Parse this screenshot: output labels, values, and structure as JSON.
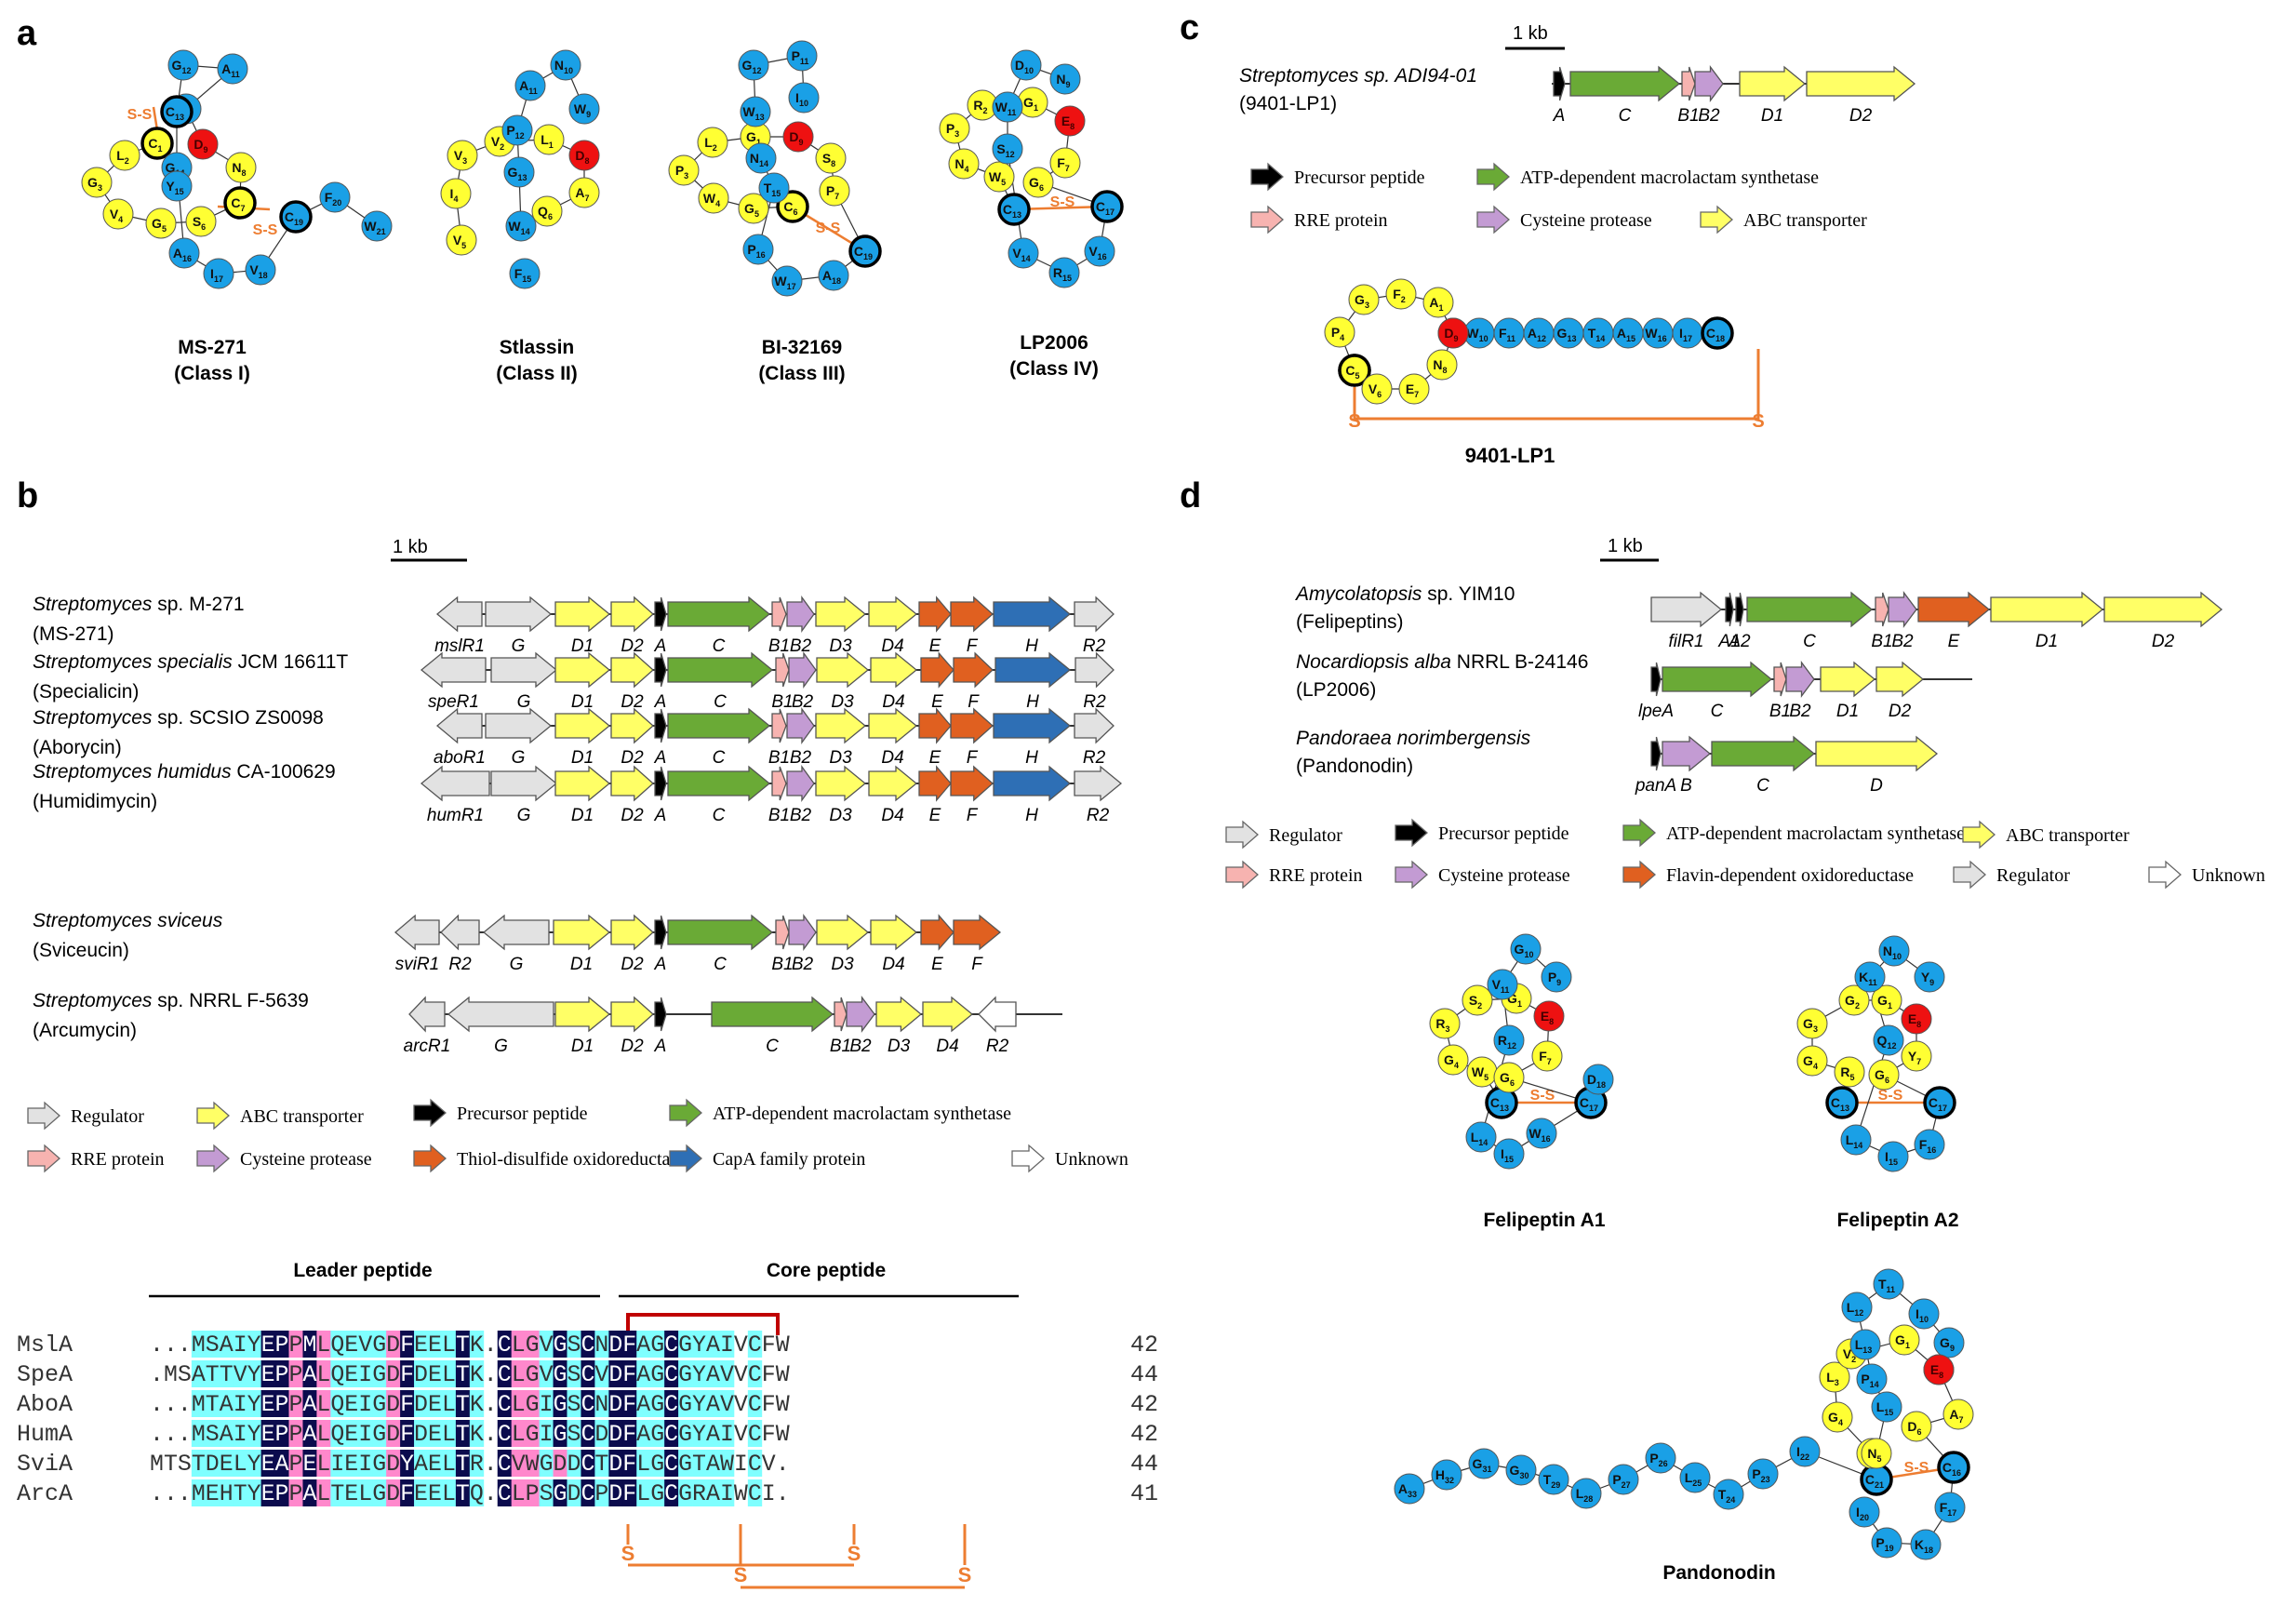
{
  "panel_labels": [
    "a",
    "b",
    "c",
    "d"
  ],
  "colors": {
    "blue": "#1aa0e6",
    "yellow": "#ffff33",
    "red": "#ee1111",
    "orange": "#ed7d31",
    "regulator": "#e2e2e2",
    "abc": "#ffff66",
    "precursor": "#000000",
    "atp": "#6aaa36",
    "rre": "#f7b3b0",
    "protease": "#c39bd3",
    "thiol": "#e06020",
    "capa": "#2e6fb5",
    "unknown": "#ffffff",
    "navy": "#0b0b4d",
    "cyan": "#7fffff",
    "pink": "#ff88cc",
    "bracket": "#c00000"
  },
  "panel_a": {
    "peptides": [
      {
        "name": "MS-271",
        "class": "(Class I)"
      },
      {
        "name": "Stlassin",
        "class": "(Class II)"
      },
      {
        "name": "BI-32169",
        "class": "(Class III)"
      },
      {
        "name": "LP2006",
        "class": "(Class IV)"
      }
    ]
  },
  "panel_b": {
    "scale_label": "1 kb",
    "clusters": [
      {
        "organism": "Streptomyces sp. M-271",
        "product": "(MS-271)",
        "genes": [
          "mslR1",
          "G",
          "D1",
          "D2",
          "A",
          "C",
          "B1",
          "B2",
          "D3",
          "D4",
          "E",
          "F",
          "H",
          "R2"
        ]
      },
      {
        "organism": "Streptomyces specialis JCM 16611T",
        "product": "(Specialicin)",
        "genes": [
          "speR1",
          "G",
          "D1",
          "D2",
          "A",
          "C",
          "B1",
          "B2",
          "D3",
          "D4",
          "E",
          "F",
          "H",
          "R2"
        ]
      },
      {
        "organism": "Streptomyces sp. SCSIO ZS0098",
        "product": "(Aborycin)",
        "genes": [
          "aboR1",
          "G",
          "D1",
          "D2",
          "A",
          "C",
          "B1",
          "B2",
          "D3",
          "D4",
          "E",
          "F",
          "H",
          "R2"
        ]
      },
      {
        "organism": "Streptomyces humidus CA-100629",
        "product": "(Humidimycin)",
        "genes": [
          "humR1",
          "G",
          "D1",
          "D2",
          "A",
          "C",
          "B1",
          "B2",
          "D3",
          "D4",
          "E",
          "F",
          "H",
          "R2"
        ]
      },
      {
        "organism": "Streptomyces sviceus",
        "product": "(Sviceucin)",
        "genes": [
          "sviR1",
          "R2",
          "G",
          "D1",
          "D2",
          "A",
          "C",
          "B1",
          "B2",
          "D3",
          "D4",
          "E",
          "F"
        ]
      },
      {
        "organism": "Streptomyces sp. NRRL F-5639",
        "product": "(Arcumycin)",
        "genes": [
          "arcR1",
          "G",
          "D1",
          "D2",
          "A",
          "C",
          "B1",
          "B2",
          "D3",
          "D4",
          "R2"
        ]
      }
    ],
    "legend": [
      {
        "label": "Regulator",
        "color": "regulator"
      },
      {
        "label": "ABC transporter",
        "color": "abc"
      },
      {
        "label": "Precursor peptide",
        "color": "precursor"
      },
      {
        "label": "ATP-dependent macrolactam synthetase",
        "color": "atp"
      },
      {
        "label": "RRE protein",
        "color": "rre"
      },
      {
        "label": "Cysteine protease",
        "color": "protease"
      },
      {
        "label": "Thiol-disulfide oxidoreductase",
        "color": "thiol"
      },
      {
        "label": "CapA family protein",
        "color": "capa"
      },
      {
        "label": "Unknown",
        "color": "unknown"
      }
    ],
    "alignment": {
      "leader_label": "Leader peptide",
      "core_label": "Core peptide",
      "rows": [
        {
          "name": "MslA",
          "seq": "...MSAIYEPPMLQEVGDFEELTK.CLGVGSCNDFAGCGYAIVCFW",
          "len": "42"
        },
        {
          "name": "SpeA",
          "seq": ".MSATTVYEPPALQEIGDFDELTK.CLGVGSCVDFAGCGYAVVCFW",
          "len": "44"
        },
        {
          "name": "AboA",
          "seq": "...MTAIYEPPALQEIGDFDELTK.CLGIGSCNDFAGCGYAVVCFW",
          "len": "42"
        },
        {
          "name": "HumA",
          "seq": "...MSAIYEPPALQEIGDFDELTK.CLGIGSCDDFAGCGYAIVCFW",
          "len": "42"
        },
        {
          "name": "SviA",
          "seq": "MTSTDELYEAPELIEIGDYAELTR.CVWGDDCTDFLGCGTAWICV.",
          "len": "44"
        },
        {
          "name": "ArcA",
          "seq": "...MEHTYEPPALTELGDFEELTQ.CLPSGDCPDFLGCGRAIWCI.",
          "len": "41"
        }
      ],
      "s_label": "S"
    }
  },
  "panel_c": {
    "scale_label": "1 kb",
    "organism": "Streptomyces sp. ADI94-01",
    "product": "(9401-LP1)",
    "genes": [
      "A",
      "C",
      "B1",
      "B2",
      "D1",
      "D2"
    ],
    "legend": [
      {
        "label": "Precursor peptide",
        "color": "precursor"
      },
      {
        "label": "ATP-dependent macrolactam synthetase",
        "color": "atp"
      },
      {
        "label": "RRE protein",
        "color": "rre"
      },
      {
        "label": "Cysteine protease",
        "color": "protease"
      },
      {
        "label": "ABC transporter",
        "color": "abc"
      }
    ],
    "peptide_name": "9401-LP1",
    "s_label": "S"
  },
  "panel_d": {
    "scale_label": "1 kb",
    "clusters": [
      {
        "organism": "Amycolatopsis sp. YIM10",
        "product": "(Felipeptins)",
        "genes": [
          "filR1",
          "A1",
          "A2",
          "C",
          "B1",
          "B2",
          "E",
          "D1",
          "D2"
        ]
      },
      {
        "organism": "Nocardiopsis alba NRRL B-24146",
        "product": "(LP2006)",
        "genes": [
          "lpeA",
          "C",
          "B1",
          "B2",
          "D1",
          "D2"
        ]
      },
      {
        "organism": "Pandoraea norimbergensis",
        "product": "(Pandonodin)",
        "genes": [
          "panA",
          "B",
          "C",
          "D"
        ]
      }
    ],
    "legend": [
      {
        "label": "Regulator",
        "color": "regulator"
      },
      {
        "label": "Precursor peptide",
        "color": "precursor"
      },
      {
        "label": "ATP-dependent macrolactam synthetase",
        "color": "atp"
      },
      {
        "label": "ABC transporter",
        "color": "abc"
      },
      {
        "label": "RRE protein",
        "color": "rre"
      },
      {
        "label": "Cysteine protease",
        "color": "protease"
      },
      {
        "label": "Flavin-dependent oxidoreductase",
        "color": "thiol"
      },
      {
        "label": "Regulator",
        "color": "regulator"
      },
      {
        "label": "Unknown",
        "color": "unknown"
      }
    ],
    "peptides": [
      "Felipeptin A1",
      "Felipeptin A2",
      "Pandonodin"
    ]
  },
  "ss_label": "S-S"
}
